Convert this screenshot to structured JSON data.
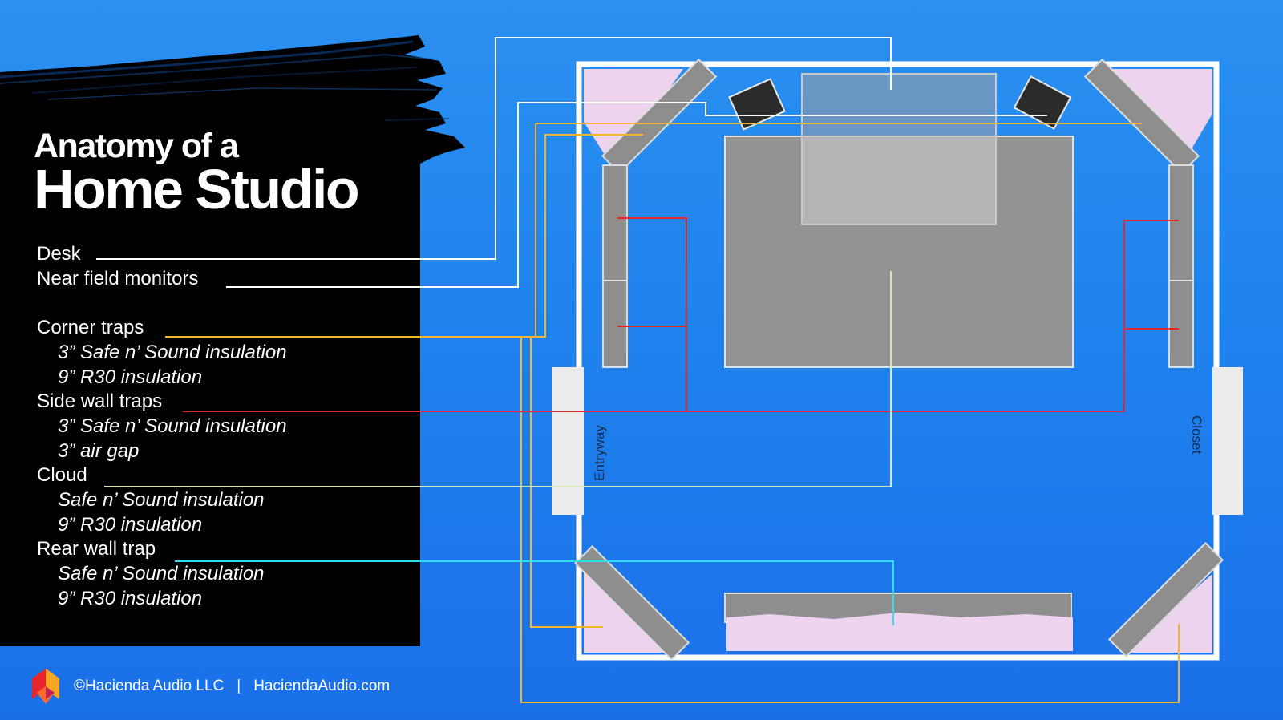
{
  "title": {
    "line1": "Anatomy of a",
    "line2": "Home Studio"
  },
  "labels": {
    "desk": "Desk",
    "near_field_monitors": "Near field monitors",
    "corner_traps": "Corner traps",
    "corner_traps_subs": [
      "3” Safe n’ Sound insulation",
      "9” R30 insulation"
    ],
    "side_wall_traps": "Side wall traps",
    "side_wall_traps_subs": [
      "3” Safe n’ Sound insulation",
      "3” air gap"
    ],
    "cloud": "Cloud",
    "cloud_subs": [
      "Safe n’ Sound insulation",
      "9” R30 insulation"
    ],
    "rear_wall_trap": "Rear wall trap",
    "rear_wall_trap_subs": [
      "Safe n’ Sound insulation",
      "9” R30 insulation"
    ]
  },
  "room": {
    "entry_label": "Entryway",
    "closet_label": "Closet"
  },
  "footer": {
    "copyright": "©Hacienda Audio LLC",
    "separator": "|",
    "website": "HaciendaAudio.com"
  },
  "colors": {
    "desk_line": "#ffffff",
    "monitor_line": "#ffffff",
    "corner_trap_line": "#f3b52a",
    "side_wall_line": "#e8262a",
    "cloud_line": "#d8e8a8",
    "rear_wall_line": "#2fe0ec",
    "insulation_pink": "#edd3ee",
    "panel_gray": "#8e8e8e"
  }
}
